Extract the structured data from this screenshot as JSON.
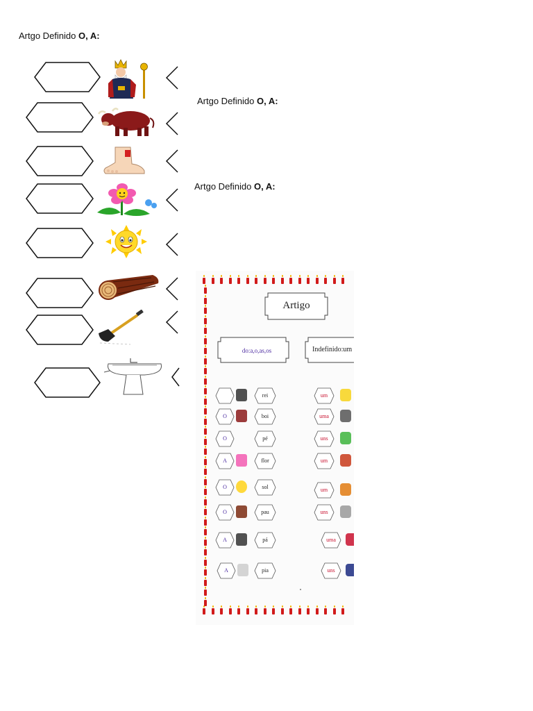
{
  "headings": {
    "h1": {
      "text": "Artgo Definido ",
      "bold": "O, A:"
    },
    "h2": {
      "text": "Artgo Definido ",
      "bold": "O, A:"
    },
    "h3": {
      "text": "Artgo Definido ",
      "bold": "O, A:"
    }
  },
  "worksheet": {
    "title": "Artigo",
    "definido_label": "do:a,o,as,os",
    "indefinido_label": "Indefinido:um",
    "left_rows": [
      {
        "article": "",
        "word": "rei"
      },
      {
        "article": "O",
        "word": "boi"
      },
      {
        "article": "O",
        "word": "pé"
      },
      {
        "article": "A",
        "word": "flor"
      },
      {
        "article": "O",
        "word": "sol"
      },
      {
        "article": "O",
        "word": "pau"
      },
      {
        "article": "A",
        "word": "pá"
      },
      {
        "article": "A",
        "word": "pia"
      }
    ],
    "right_rows": [
      {
        "article": "um"
      },
      {
        "article": "uma"
      },
      {
        "article": "uns"
      },
      {
        "article": "um"
      },
      {
        "article": "um"
      },
      {
        "article": "uns"
      },
      {
        "article": "uma"
      },
      {
        "article": "uns"
      }
    ]
  },
  "colors": {
    "red": "#c8102e",
    "purple": "#4b2aa0"
  }
}
